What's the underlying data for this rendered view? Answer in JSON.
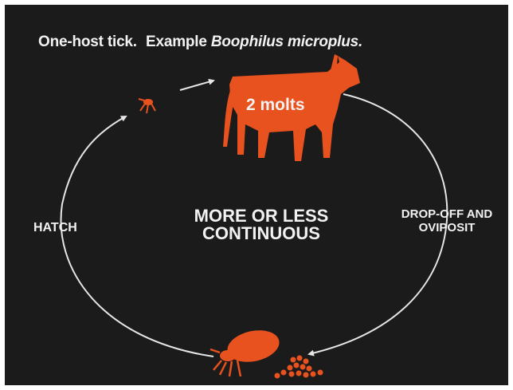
{
  "title": {
    "prefix": "One-host tick.",
    "example_label": "Example",
    "species": "Boophilus microplus."
  },
  "center_text": {
    "line1": "MORE OR LESS",
    "line2": "CONTINUOUS"
  },
  "stages": {
    "hatch": "HATCH",
    "drop_line1": "DROP-OFF AND",
    "drop_line2": "OVIPOSIT",
    "host_label": "2 molts"
  },
  "icons": [
    "cow-icon",
    "larva-icon",
    "engorged-female-tick-icon",
    "eggs-icon"
  ],
  "colors": {
    "background": "#1c1b1b",
    "text": "#f2f2f2",
    "accent": "#e8521f",
    "arrow": "#e6e6e6"
  }
}
